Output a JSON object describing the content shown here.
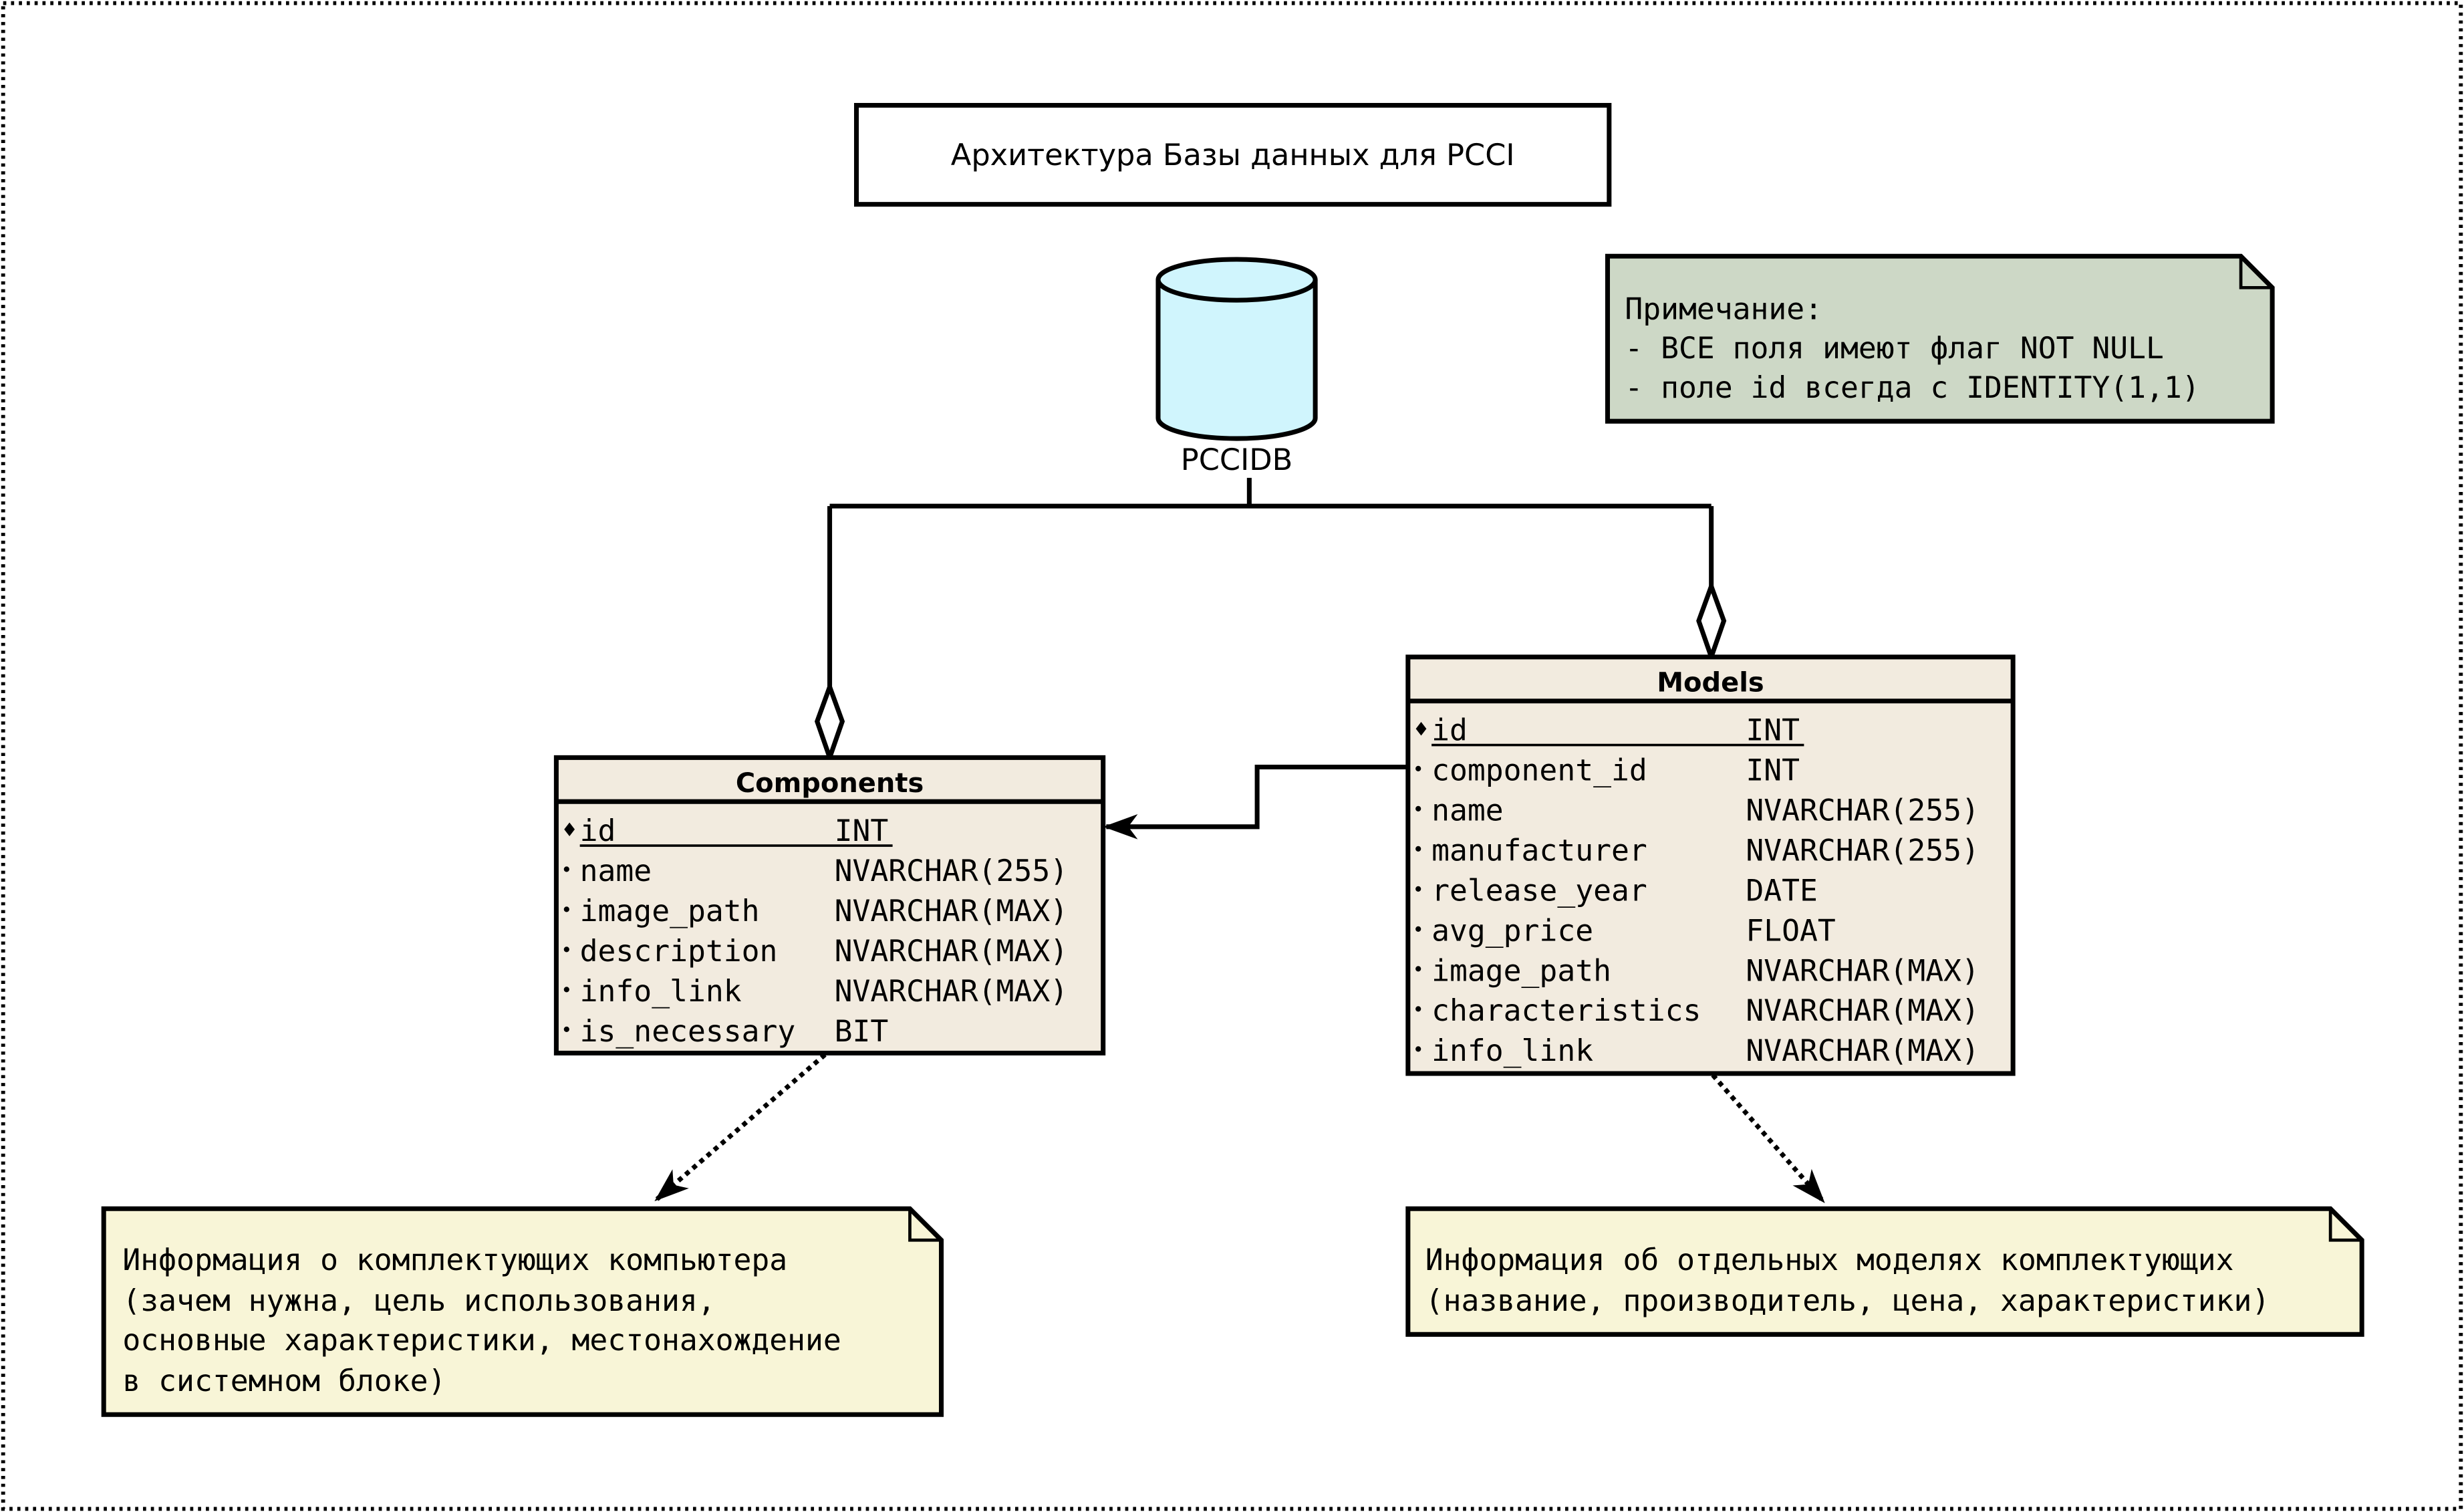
{
  "title": "Архитектура Базы данных для PCCI",
  "database": {
    "name": "PCCIDB",
    "fill": "#d0f5fd"
  },
  "note": {
    "fill": "#cdd8c6",
    "lines": [
      "Примечание:",
      "- ВСЕ поля имеют флаг NOT NULL",
      "- поле id всегда с IDENTITY(1,1)"
    ]
  },
  "tables": {
    "components": {
      "name": "Components",
      "fill": "#f2ebdf",
      "fields": [
        {
          "marker": "♦",
          "name": "id",
          "type": "INT",
          "key": true
        },
        {
          "marker": "•",
          "name": "name",
          "type": "NVARCHAR(255)",
          "key": false
        },
        {
          "marker": "•",
          "name": "image_path",
          "type": "NVARCHAR(MAX)",
          "key": false
        },
        {
          "marker": "•",
          "name": "description",
          "type": "NVARCHAR(MAX)",
          "key": false
        },
        {
          "marker": "•",
          "name": "info_link",
          "type": "NVARCHAR(MAX)",
          "key": false
        },
        {
          "marker": "•",
          "name": "is_necessary",
          "type": "BIT",
          "key": false
        }
      ]
    },
    "models": {
      "name": "Models",
      "fill": "#f2ebdf",
      "fields": [
        {
          "marker": "♦",
          "name": "id",
          "type": "INT",
          "key": true
        },
        {
          "marker": "•",
          "name": "component_id",
          "type": "INT",
          "key": false
        },
        {
          "marker": "•",
          "name": "name",
          "type": "NVARCHAR(255)",
          "key": false
        },
        {
          "marker": "•",
          "name": "manufacturer",
          "type": "NVARCHAR(255)",
          "key": false
        },
        {
          "marker": "•",
          "name": "release_year",
          "type": "DATE",
          "key": false
        },
        {
          "marker": "•",
          "name": "avg_price",
          "type": "FLOAT",
          "key": false
        },
        {
          "marker": "•",
          "name": "image_path",
          "type": "NVARCHAR(MAX)",
          "key": false
        },
        {
          "marker": "•",
          "name": "characteristics",
          "type": "NVARCHAR(MAX)",
          "key": false
        },
        {
          "marker": "•",
          "name": "info_link",
          "type": "NVARCHAR(MAX)",
          "key": false
        }
      ]
    }
  },
  "comments": {
    "components": {
      "fill": "#f8f5d7",
      "lines": [
        "Информация о комплектующих компьютера",
        "(зачем нужна, цель использования,",
        "основные характеристики, местонахождение",
        "в системном блоке)"
      ]
    },
    "models": {
      "fill": "#f8f5d7",
      "lines": [
        "Информация об отдельных моделях комплектующих",
        "(название, производитель, цена, характеристики)"
      ]
    }
  }
}
